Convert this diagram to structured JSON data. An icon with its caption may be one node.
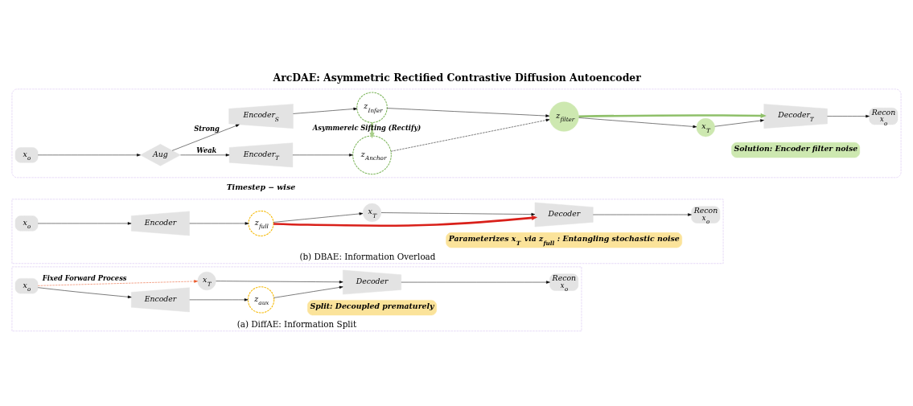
{
  "diagram": {
    "title": "ArcDAE: Asymmetric Rectified Contrastive Diffusion Autoencoder",
    "nodes": [
      {
        "text": [
          "(a) DiffAE: Information Split"
        ]
      },
      {
        "text": [
          "x$_{o}$"
        ],
        "in": 0
      },
      {
        "text": [
          "Encoder"
        ],
        "in": 0
      },
      {
        "text": [
          "z$_{aux}$"
        ],
        "in": 0
      },
      {
        "text": [
          "Decoder"
        ],
        "in": 0
      },
      {
        "text": [
          "Recon",
          "x$_{o}$"
        ],
        "in": 0
      },
      {
        "text": [
          "x$_{T}$"
        ],
        "in": 0
      },
      {
        "text": [
          "Split: Decoupled prematurely"
        ],
        "in": 0
      },
      {
        "text": [
          "(b) DBAE: Information Overload"
        ]
      },
      {
        "text": [
          "x$_{o}$"
        ],
        "in": 8
      },
      {
        "text": [
          "Encoder"
        ],
        "in": 8
      },
      {
        "text": [
          "z$_{full}$"
        ],
        "in": 8
      },
      {
        "text": [
          "Decoder"
        ],
        "in": 8
      },
      {
        "text": [
          "Recon",
          "x$_{o}$"
        ],
        "in": 8
      },
      {
        "text": [
          "x$_{T}$"
        ],
        "in": 8
      },
      {
        "text": [
          "Parameterizes x$_{T}$ via z$_{full}$ : Entangling stochastic noise"
        ],
        "in": 8
      },
      {
        "text": [],
        "shape": "box"
      },
      {
        "text": [
          "x$_{o}$"
        ],
        "in": 16
      },
      {
        "text": [
          "Aug"
        ],
        "in": 16
      },
      {
        "text": [
          "Encoder$_{T}$"
        ],
        "in": 16
      },
      {
        "text": [
          "z$_{Anchor}$"
        ],
        "in": 16
      },
      {
        "text": [
          "Encoder$_{S}$"
        ],
        "in": 16
      },
      {
        "text": [
          "z$_{Infer}$"
        ],
        "in": 16
      },
      {
        "text": [
          "z$_{filter}$"
        ],
        "in": 16
      },
      {
        "text": [
          "x$_{T}$"
        ],
        "in": 16
      },
      {
        "text": [
          "Decoder$_{T}$"
        ],
        "in": 16
      },
      {
        "text": [
          "Recon",
          "x$_{o}$"
        ],
        "in": 16
      },
      {
        "text": [
          "Solution: Encoder filter noise"
        ],
        "in": 16
      }
    ],
    "edges": [
      {
        "from": 1,
        "to": 2,
        "arrow": "to"
      },
      {
        "from": 2,
        "to": 3,
        "arrow": "to"
      },
      {
        "from": 3,
        "to": 4,
        "arrow": "to"
      },
      {
        "from": 6,
        "to": 4,
        "arrow": "to"
      },
      {
        "from": 4,
        "to": 5,
        "arrow": "to"
      },
      {
        "from": 1,
        "to": 6,
        "arrow": "to",
        "label": "Fixed Forward Process",
        "style": "dashed",
        "color": "#e8501f"
      },
      {
        "from": 9,
        "to": 10,
        "arrow": "to"
      },
      {
        "from": 10,
        "to": 11,
        "arrow": "to"
      },
      {
        "from": 11,
        "to": 12,
        "arrow": "to",
        "style": "thick",
        "color": "#d9201a"
      },
      {
        "from": 11,
        "to": 14,
        "arrow": "to"
      },
      {
        "from": 14,
        "to": 12,
        "arrow": "to"
      },
      {
        "from": 12,
        "to": 13,
        "arrow": "to"
      },
      {
        "from": 17,
        "to": 18,
        "arrow": "to"
      },
      {
        "from": 18,
        "to": 19,
        "arrow": "to",
        "label": "Weak"
      },
      {
        "from": 18,
        "to": 21,
        "arrow": "to",
        "label": "Strong"
      },
      {
        "from": 19,
        "to": 20,
        "arrow": "to"
      },
      {
        "from": 21,
        "to": 22,
        "arrow": "to"
      },
      {
        "from": 22,
        "to": 20,
        "arrow": "to",
        "label": "Asymmereic Sifting (Rectify)",
        "style": "thick",
        "color": "#a9cf8a"
      },
      {
        "from": 20,
        "to": 23,
        "arrow": "to",
        "style": "dashed"
      },
      {
        "from": 22,
        "to": 23,
        "arrow": "to"
      },
      {
        "from": 23,
        "to": 25,
        "arrow": "to",
        "style": "thick",
        "color": "#8fc06a"
      },
      {
        "from": 23,
        "to": 24,
        "arrow": "to"
      },
      {
        "from": 24,
        "to": 25,
        "arrow": "to"
      },
      {
        "from": 25,
        "to": 26,
        "arrow": "to"
      }
    ],
    "labels": [
      "Timestep − wise"
    ]
  }
}
